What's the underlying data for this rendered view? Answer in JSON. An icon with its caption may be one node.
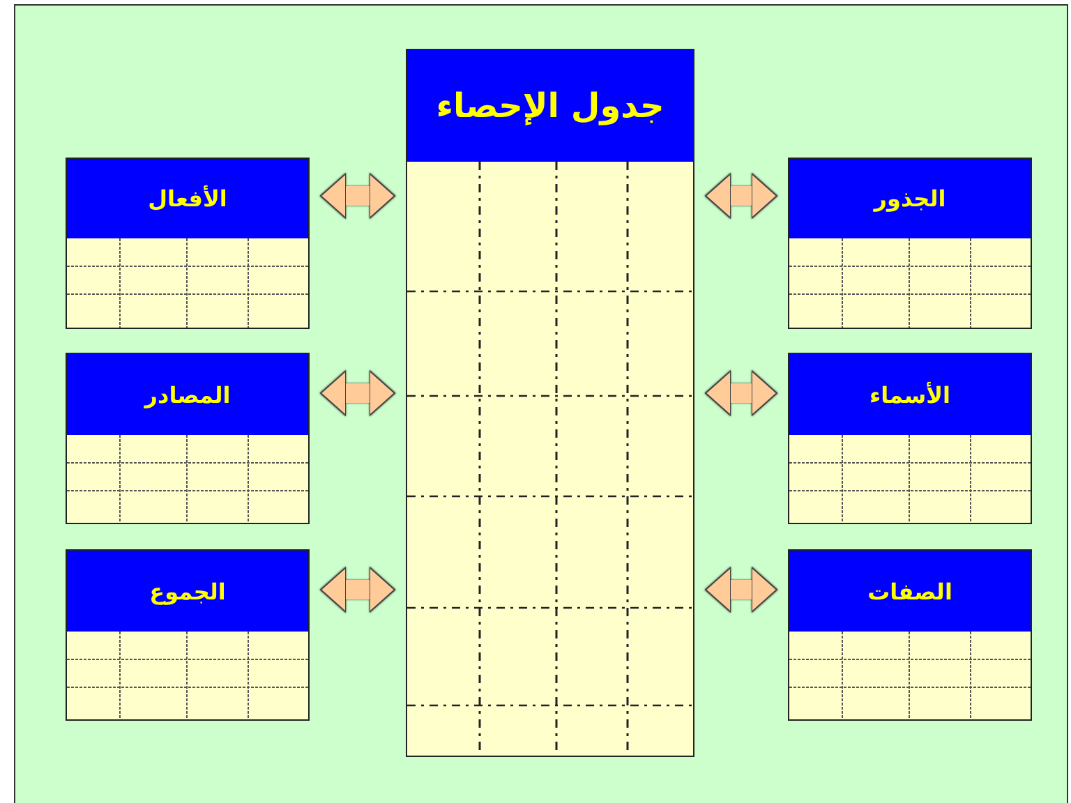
{
  "diagram": {
    "nodes": [
      {
        "text": [
          "جدول الإحصاء"
        ]
      },
      {
        "text": [
          "الأفعال"
        ]
      },
      {
        "text": [
          "الجذور"
        ]
      },
      {
        "text": [
          "المصادر"
        ]
      },
      {
        "text": [
          "الأسماء"
        ]
      },
      {
        "text": [
          "الجموع"
        ]
      },
      {
        "text": [
          "الصفات"
        ]
      }
    ],
    "edges": [
      {
        "from": 1,
        "to": 0,
        "arrow": "both"
      },
      {
        "from": 2,
        "to": 0,
        "arrow": "both"
      },
      {
        "from": 3,
        "to": 0,
        "arrow": "both"
      },
      {
        "from": 4,
        "to": 0,
        "arrow": "both"
      },
      {
        "from": 5,
        "to": 0,
        "arrow": "both"
      },
      {
        "from": 6,
        "to": 0,
        "arrow": "both"
      }
    ]
  }
}
